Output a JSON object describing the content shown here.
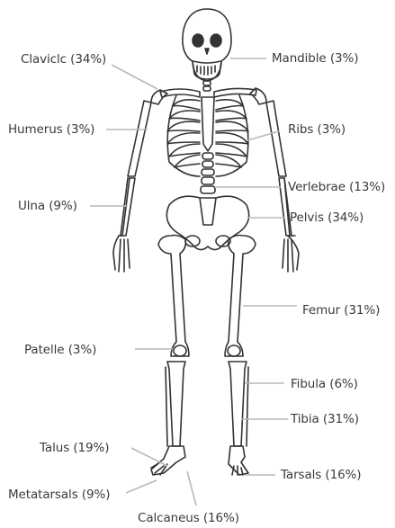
{
  "diagram": {
    "labels": {
      "clavicle": "Claviclc (34%)",
      "mandible": "Mandible (3%)",
      "humerus": "Humerus (3%)",
      "ribs": "Ribs (3%)",
      "vertebrae": "Verlebrae (13%)",
      "ulna": "Ulna (9%)",
      "pelvis": "Pelvis (34%)",
      "femur": "Femur (31%)",
      "patelle": "Patelle (3%)",
      "fibula": "Fibula (6%)",
      "tibia": "Tibia (31%)",
      "talus": "Talus (19%)",
      "tarsals": "Tarsals (16%)",
      "metatarsals": "Metatarsals (9%)",
      "calcaneus": "Calcaneus (16%)"
    },
    "colors": {
      "bone_stroke": "#333333",
      "leader_line": "#b8b8b8",
      "label_text": "#3a3a3a"
    }
  }
}
